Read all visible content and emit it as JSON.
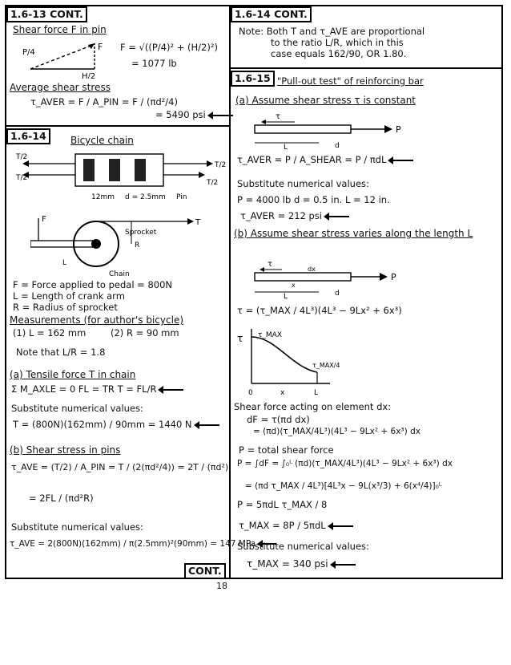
{
  "left": {
    "s1613": {
      "title": "1.6-13 CONT.",
      "shear_force_heading": "Shear force F in pin",
      "formula_F": "F = √((P/4)² + (H/2)²)",
      "result_F": "= 1077 lb",
      "label_P4": "P/4",
      "label_F": "F",
      "label_H2": "H/2",
      "avg_heading": "Average shear stress",
      "tau_aver_formula": "τ_AVER = F / A_PIN = F / (πd²/4)",
      "tau_aver_result": "= 5490 psi"
    },
    "s1614": {
      "title": "1.6-14",
      "chain_heading": "Bicycle chain",
      "label_T2_top": "T/2",
      "label_T2_bottom": "T/2",
      "label_T": "T",
      "label_12mm": "12mm",
      "label_d": "d = 2.5mm",
      "label_pin": "Pin",
      "label_sprocket": "Sprocket",
      "label_R": "R",
      "label_L": "L",
      "label_chain": "Chain",
      "label_F": "F",
      "def_F": "F = Force applied to pedal = 800N",
      "def_L": "L = Length of crank arm",
      "def_R": "R = Radius of sprocket",
      "measurements": "Measurements (for author's bicycle)",
      "meas_1": "(1) L = 162 mm",
      "meas_2": "(2) R = 90 mm",
      "note": "Note that L/R = 1.8",
      "part_a": "(a) Tensile force T in chain",
      "moment_eq": "Σ M_AXLE = 0    FL = TR    T = FL/R",
      "subst_a": "Substitute numerical values:",
      "T_eq": "T = (800N)(162mm) / 90mm",
      "T_result": "= 1440 N",
      "part_b": "(b) Shear stress in pins",
      "tau_pin_eq": "τ_AVE = (T/2) / A_PIN = T / (2(πd²/4)) = 2T / (πd²)",
      "tau_pin_eq2": "= 2FL / (πd²R)",
      "subst_b": "Substitute numerical values:",
      "tau_pin_num": "τ_AVE = 2(800N)(162mm) / π(2.5mm)²(90mm)",
      "tau_pin_result": "= 147 MPa",
      "cont": "CONT."
    }
  },
  "right": {
    "s1614c": {
      "title": "1.6-14 CONT.",
      "note_line1": "Note: Both T and τ_AVE are proportional",
      "note_line2": "to the ratio L/R, which in this",
      "note_line3": "case equals 162/90, OR 1.80."
    },
    "s1615": {
      "title": "1.6-15",
      "heading": "\"Pull-out test\" of reinforcing bar",
      "part_a": "(a) Assume shear stress τ is constant",
      "label_tau": "τ",
      "label_L": "L",
      "label_d": "d",
      "label_P": "P",
      "tau_aver_eq": "τ_AVER = P / A_SHEAR = P / πdL",
      "subst_a": "Substitute numerical values:",
      "values": "P = 4000 lb    d = 0.5 in.    L = 12 in.",
      "tau_aver_result": "τ_AVER = 212 psi",
      "part_b": "(b) Assume shear stress varies along the length L",
      "label_x": "x",
      "label_dx": "dx",
      "tau_var_eq": "τ = (τ_MAX / 4L³)(4L³ − 9Lx² + 6x³)",
      "graph_tau": "τ",
      "graph_taumax": "τ_MAX",
      "graph_taumax4": "τ_MAX/4",
      "graph_0": "0",
      "graph_x": "x",
      "graph_L": "L",
      "shear_elem": "Shear force acting on element dx:",
      "dF_eq1": "dF = τ(πd dx)",
      "dF_eq2": "= (πd)(τ_MAX/4L³)(4L³ − 9Lx² + 6x³) dx",
      "P_total": "P = total shear force",
      "P_integral": "P = ∫dF = ∫₀ᴸ (πd)(τ_MAX/4L³)(4L³ − 9Lx² + 6x³) dx",
      "P_eval": "= (πd τ_MAX / 4L³)[4L³x − 9L(x³/3) + 6(x⁴/4)]₀ᴸ",
      "P_result": "P = 5πdL τ_MAX / 8",
      "taumax_eq": "τ_MAX = 8P / 5πdL",
      "subst_b": "Substitute numerical values:",
      "taumax_result": "τ_MAX = 340 psi"
    }
  },
  "page_number": "18"
}
